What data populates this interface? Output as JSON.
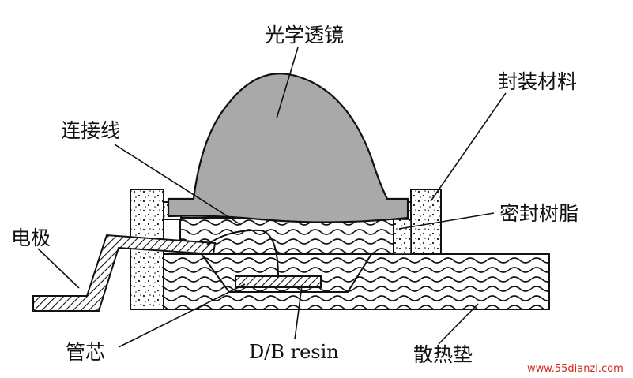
{
  "labels": {
    "optical_lens": "光学透镜",
    "encapsulation_material": "封装材料",
    "bond_wire": "连接线",
    "sealing_resin": "密封树脂",
    "electrode": "电极",
    "die": "管芯",
    "db_resin": "D/B resin",
    "heat_sink": "散热垫"
  },
  "watermark": "www.55dianzi.com"
}
